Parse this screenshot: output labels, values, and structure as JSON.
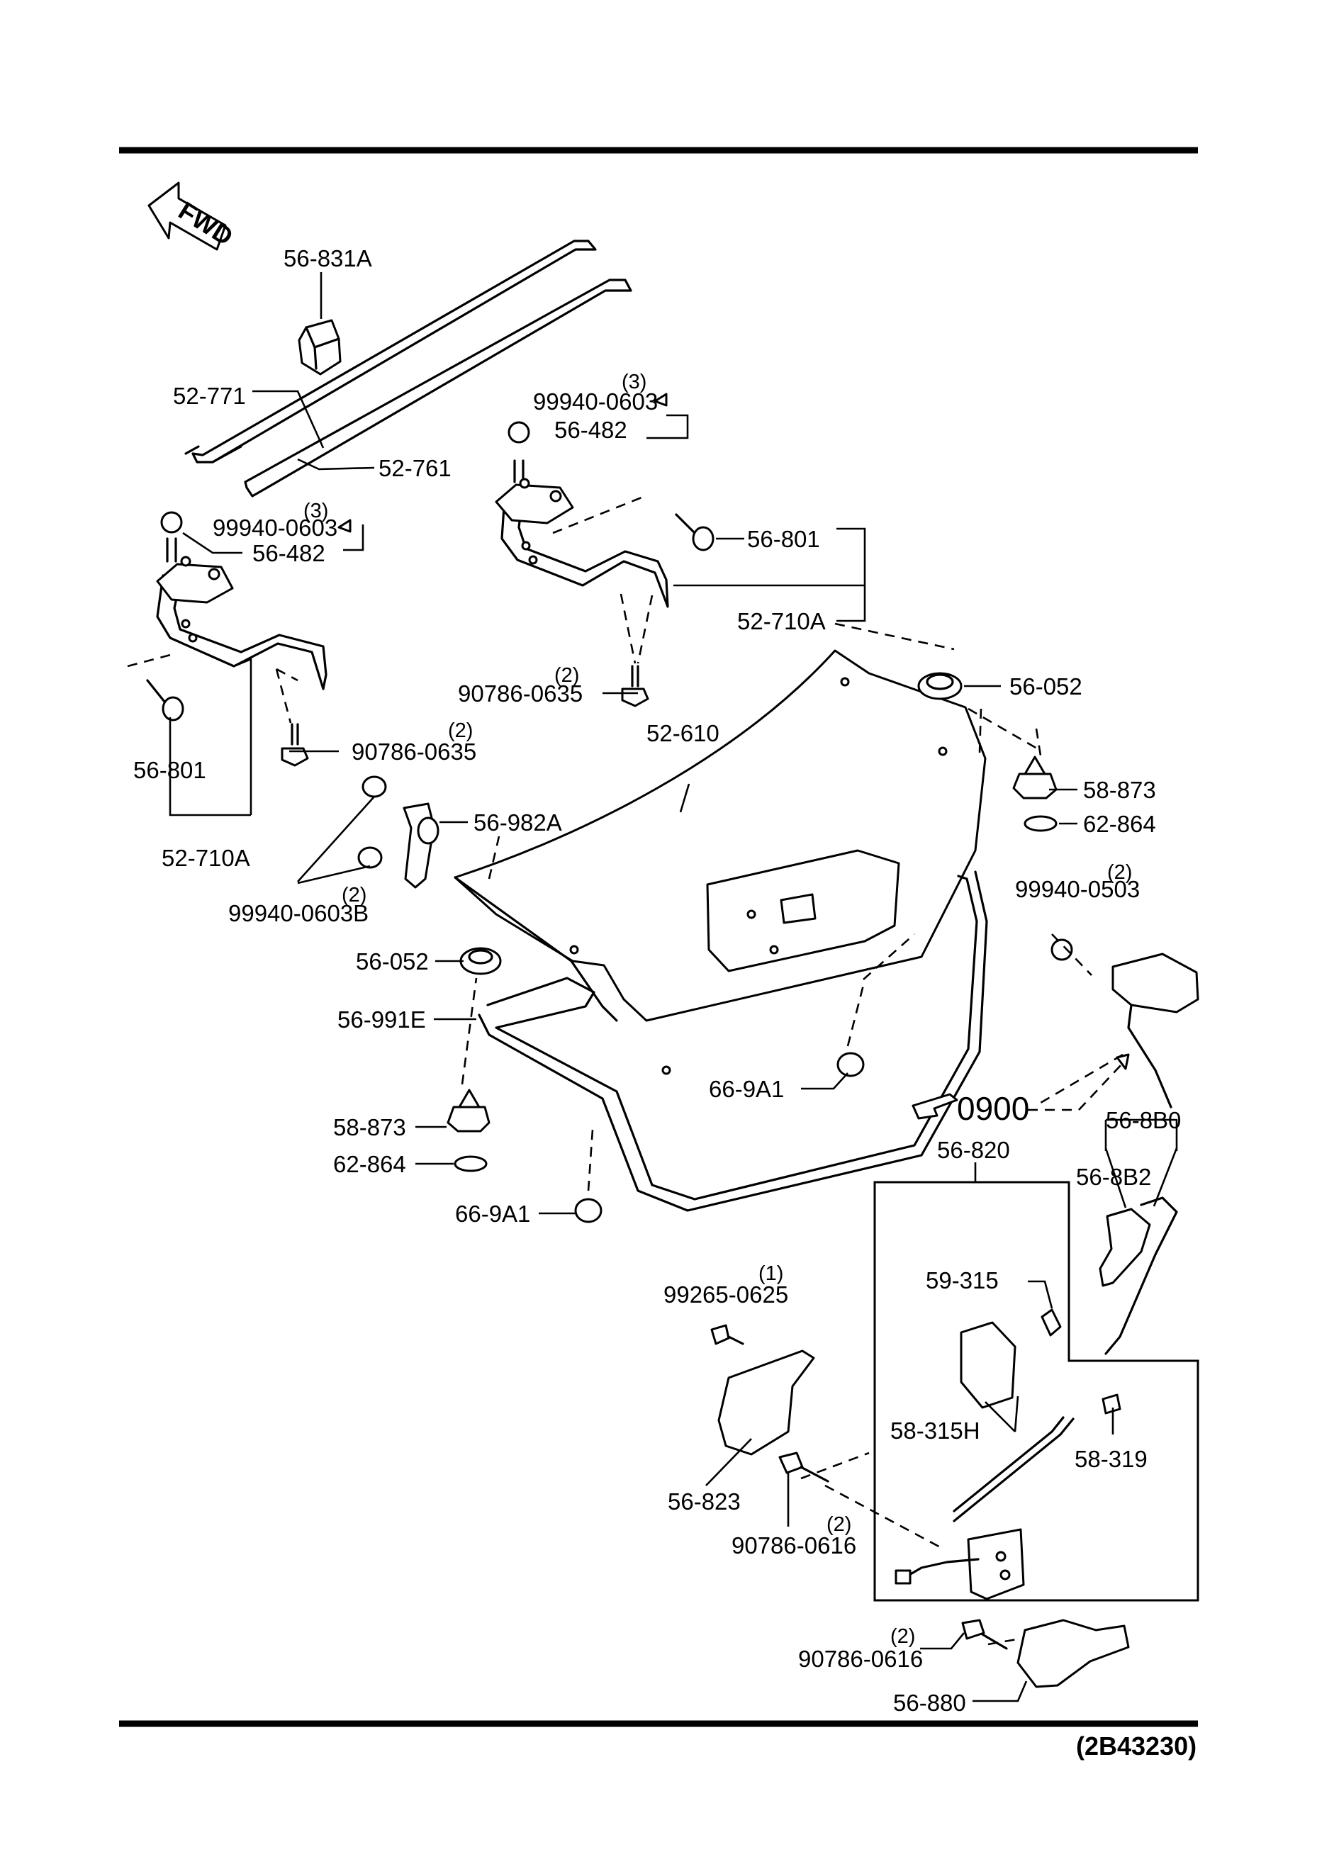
{
  "fwd_label": "FWD",
  "reference_code": "(2B43230)",
  "ref_0900": "0900",
  "labels": {
    "p56_831A": "56-831A",
    "p52_771": "52-771",
    "p52_761": "52-761",
    "q3_a": "(3)",
    "p99940_0603_a": "99940-0603",
    "p56_482_a": "56-482",
    "q3_b": "(3)",
    "p99940_0603_b": "99940-0603",
    "p56_482_b": "56-482",
    "p56_801_a": "56-801",
    "p52_710A_a": "52-710A",
    "q2_a": "(2)",
    "p90786_0635_a": "90786-0635",
    "p56_801_b": "56-801",
    "q2_b": "(2)",
    "p90786_0635_b": "90786-0635",
    "p52_710A_b": "52-710A",
    "p52_610": "52-610",
    "p56_052_a": "56-052",
    "p58_873_a": "58-873",
    "p62_864_a": "62-864",
    "p56_982A": "56-982A",
    "q2_c": "(2)",
    "p99940_0603B": "99940-0603B",
    "q2_d": "(2)",
    "p99940_0503": "99940-0503",
    "p56_052_b": "56-052",
    "p56_991E": "56-991E",
    "p66_9A1_a": "66-9A1",
    "p58_873_b": "58-873",
    "p62_864_b": "62-864",
    "p66_9A1_b": "66-9A1",
    "p56_8B0": "56-8B0",
    "p56_820": "56-820",
    "p56_8B2": "56-8B2",
    "q1_a": "(1)",
    "p99265_0625": "99265-0625",
    "p59_315": "59-315",
    "p58_315H": "58-315H",
    "p58_319": "58-319",
    "p56_823": "56-823",
    "q2_e": "(2)",
    "p90786_0616_a": "90786-0616",
    "q2_f": "(2)",
    "p90786_0616_b": "90786-0616",
    "p56_880": "56-880"
  }
}
